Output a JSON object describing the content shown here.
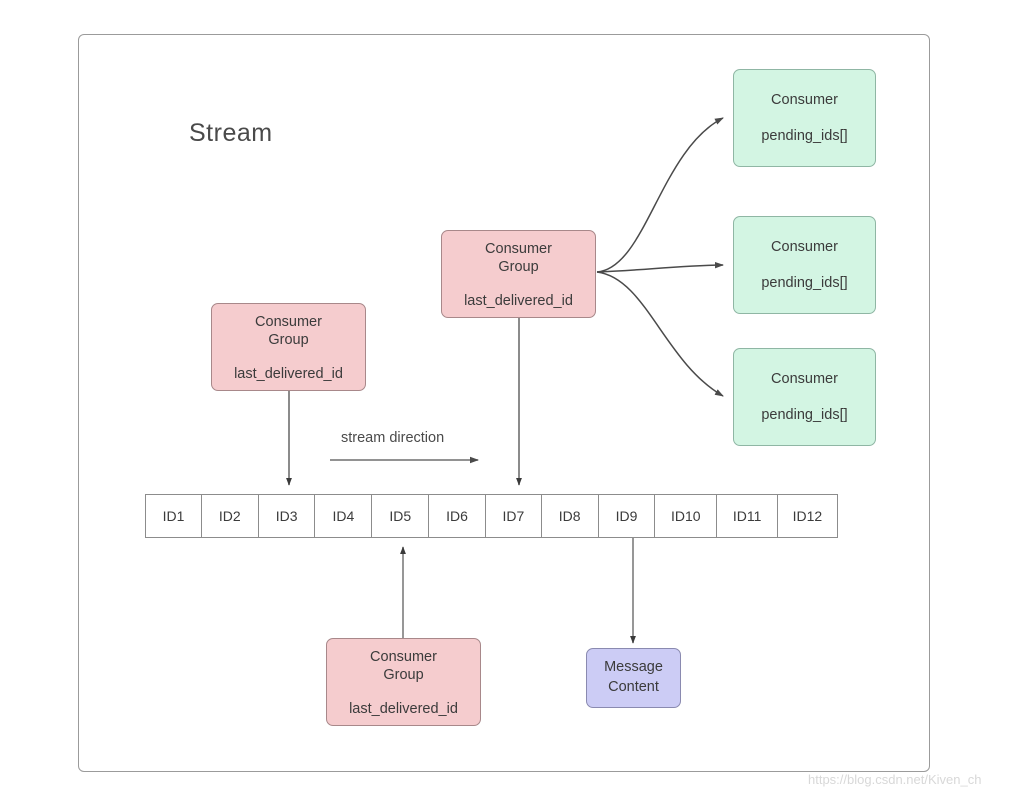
{
  "diagram": {
    "title": "Stream",
    "watermark": "https://blog.csdn.net/Kiven_ch",
    "stream_direction_label": "stream direction",
    "colors": {
      "consumer_group_fill": "#f5ccce",
      "consumer_group_stroke": "#a8888a",
      "consumer_fill": "#d3f5e3",
      "consumer_stroke": "#8fb6a4",
      "message_fill": "#ccccf5",
      "message_stroke": "#8a8ab0",
      "frame_stroke": "#9b9b9b",
      "cell_stroke": "#8c8c8c",
      "edge_stroke": "#4a4a4a",
      "text": "#3b3b3b"
    },
    "stream_cells": [
      {
        "label": "ID1"
      },
      {
        "label": "ID2"
      },
      {
        "label": "ID3"
      },
      {
        "label": "ID4"
      },
      {
        "label": "ID5"
      },
      {
        "label": "ID6"
      },
      {
        "label": "ID7"
      },
      {
        "label": "ID8"
      },
      {
        "label": "ID9"
      },
      {
        "label": "ID10"
      },
      {
        "label": "ID11"
      },
      {
        "label": "ID12"
      }
    ],
    "consumer_groups": [
      {
        "id": "cg-left",
        "title_line1": "Consumer",
        "title_line2": "Group",
        "field": "last_delivered_id",
        "points_to": "ID3"
      },
      {
        "id": "cg-middle",
        "title_line1": "Consumer",
        "title_line2": "Group",
        "field": "last_delivered_id",
        "points_to": "ID7"
      },
      {
        "id": "cg-bottom",
        "title_line1": "Consumer",
        "title_line2": "Group",
        "field": "last_delivered_id",
        "points_to": "ID5"
      }
    ],
    "consumers": [
      {
        "id": "consumer-1",
        "title": "Consumer",
        "field": "pending_ids[]"
      },
      {
        "id": "consumer-2",
        "title": "Consumer",
        "field": "pending_ids[]"
      },
      {
        "id": "consumer-3",
        "title": "Consumer",
        "field": "pending_ids[]"
      }
    ],
    "message": {
      "line1": "Message",
      "line2": "Content",
      "source_cell": "ID9"
    }
  }
}
